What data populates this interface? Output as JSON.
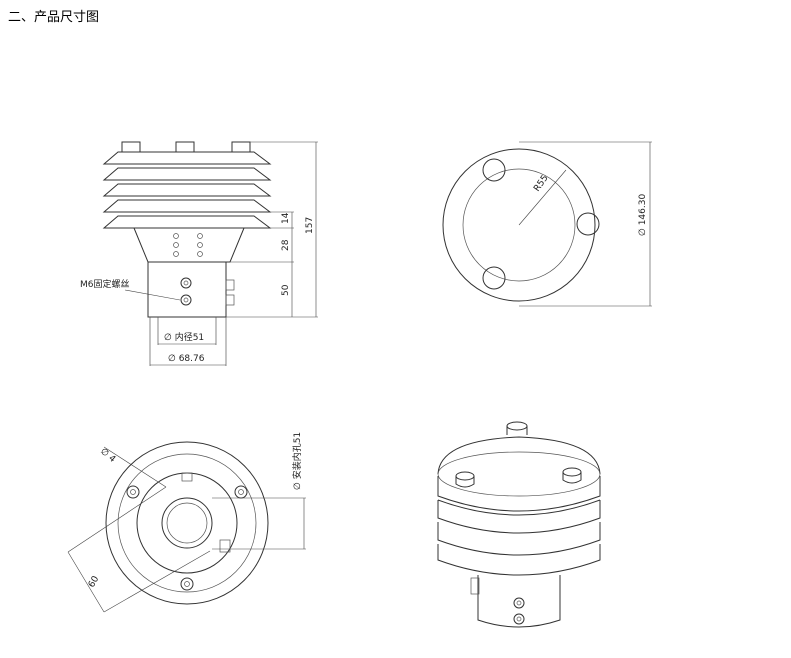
{
  "page": {
    "heading": "二、产品尺寸图"
  },
  "front_view": {
    "labels": {
      "screw": "M6固定螺丝",
      "inner_diameter": "∅ 内径51",
      "outer_diameter": "∅ 68.76",
      "dim_14": "14",
      "dim_28": "28",
      "dim_157": "157",
      "dim_50": "50"
    }
  },
  "top_view": {
    "labels": {
      "radius": "R55",
      "diameter": "∅ 146.30"
    }
  },
  "bottom_view": {
    "labels": {
      "hole": "∅ 4",
      "mount_hole": "∅ 安装内孔51",
      "dim_60": "60"
    }
  },
  "iso_view": {}
}
